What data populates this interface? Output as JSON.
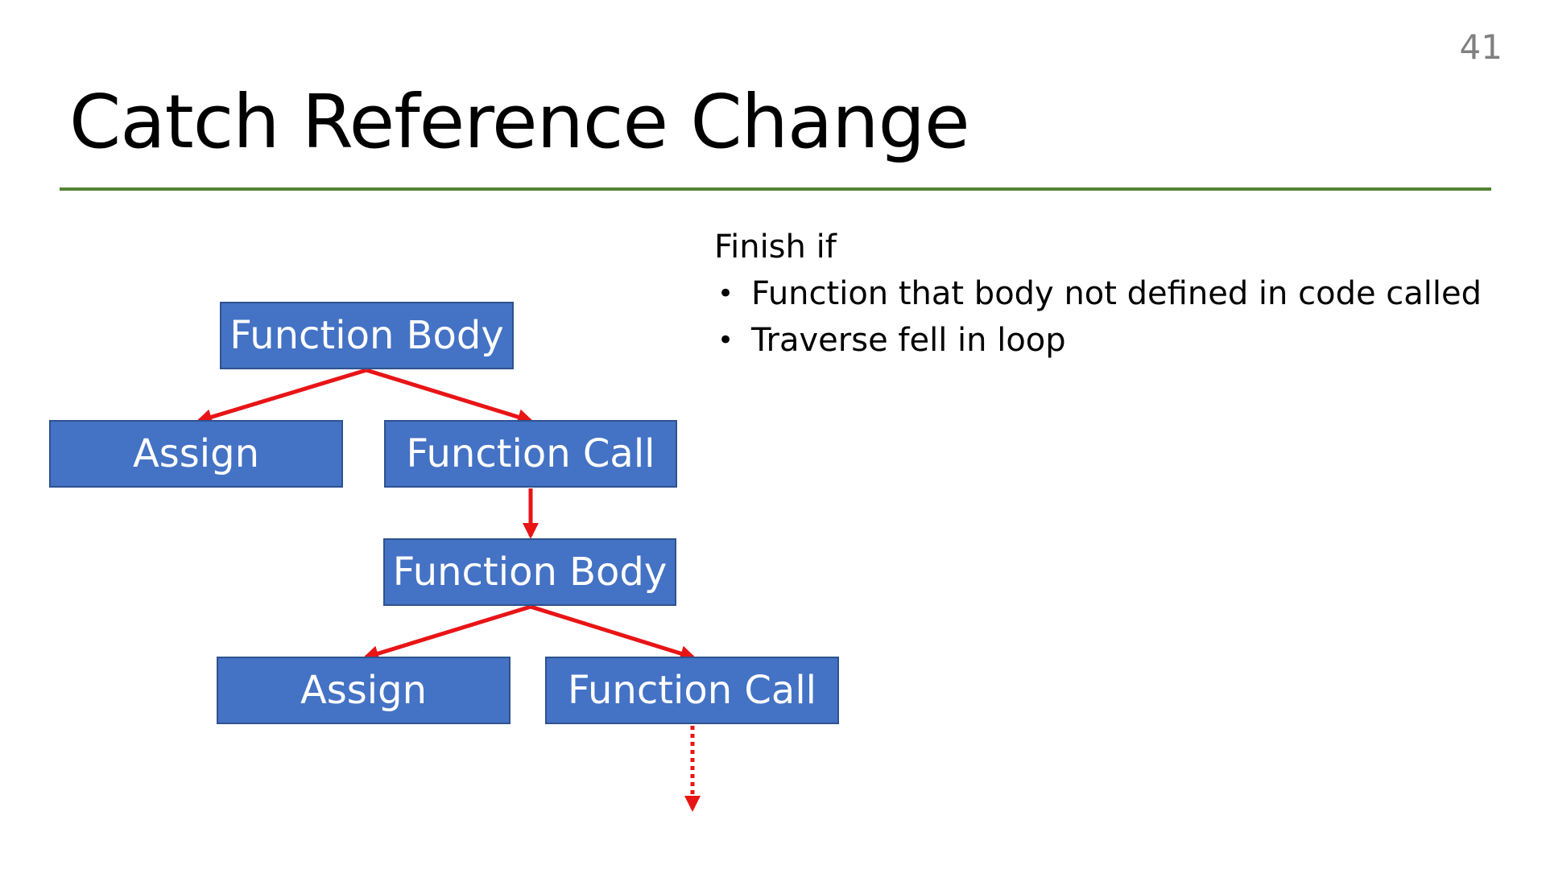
{
  "slide": {
    "page_number": "41",
    "title": "Catch Reference Change"
  },
  "notes": {
    "heading": "Finish if",
    "bullets": [
      "Function that body not defined in code called",
      "Traverse fell in loop"
    ]
  },
  "diagram": {
    "nodes": [
      {
        "label": "Function Body"
      },
      {
        "label": "Assign"
      },
      {
        "label": "Function Call"
      },
      {
        "label": "Function Body"
      },
      {
        "label": "Assign"
      },
      {
        "label": "Function Call"
      }
    ],
    "edges": [
      {
        "from": 0,
        "to": 1,
        "style": "solid"
      },
      {
        "from": 0,
        "to": 2,
        "style": "solid"
      },
      {
        "from": 2,
        "to": 3,
        "style": "solid"
      },
      {
        "from": 3,
        "to": 4,
        "style": "solid"
      },
      {
        "from": 3,
        "to": 5,
        "style": "solid"
      },
      {
        "from": 5,
        "to": null,
        "style": "dotted"
      }
    ],
    "colors": {
      "node_fill": "#4472C4",
      "node_border": "#2F528F",
      "arrow": "#E81416",
      "title_rule": "#548235"
    }
  }
}
